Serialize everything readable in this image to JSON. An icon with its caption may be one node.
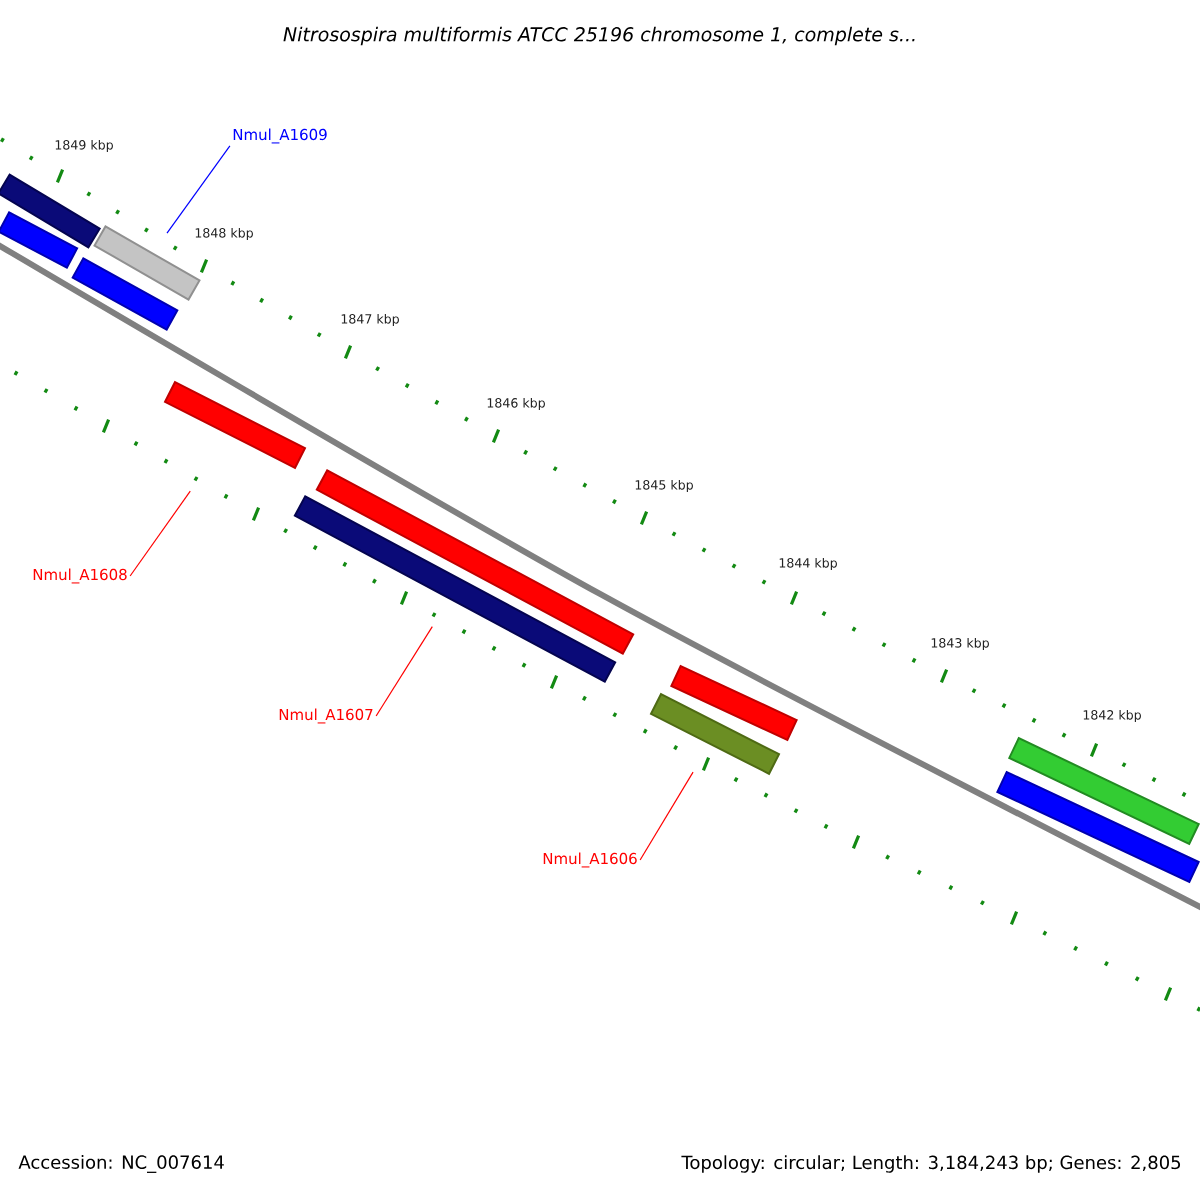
{
  "diagram": {
    "title": "Nitrosospira multiformis ATCC 25196 chromosome 1, complete s...",
    "nodes": [
      {
        "text": [],
        "shape": "bar"
      },
      {
        "text": [
          "Nmul_A1609"
        ]
      },
      {
        "text": [],
        "shape": "bar"
      },
      {
        "text": [],
        "shape": "bar"
      },
      {
        "text": [],
        "shape": "bar"
      },
      {
        "text": [],
        "shape": "bar"
      },
      {
        "text": [],
        "shape": "bar"
      },
      {
        "text": [],
        "shape": "bar"
      },
      {
        "text": [
          "Nmul_A1608"
        ]
      },
      {
        "text": [
          "Nmul_A1607"
        ]
      },
      {
        "text": [],
        "shape": "bar"
      },
      {
        "text": [],
        "shape": "bar"
      },
      {
        "text": [
          "Nmul_A1606"
        ]
      },
      {
        "text": [],
        "shape": "bar"
      },
      {
        "text": [],
        "shape": "bar"
      }
    ],
    "edges": [
      {
        "from": 1,
        "to": 3,
        "arrow": "none",
        "color": "#0000ff"
      },
      {
        "from": 8,
        "to": 5,
        "arrow": "none"
      },
      {
        "from": 9,
        "to": 7,
        "arrow": "none"
      },
      {
        "from": 12,
        "to": 11,
        "arrow": "none"
      }
    ],
    "labels": [
      "1849 kbp",
      "1848 kbp",
      "1847 kbp",
      "1846 kbp",
      "1845 kbp",
      "1844 kbp",
      "1843 kbp",
      "1842 kbp",
      "Accession: NC_007614",
      "Topology: circular; Length: 3,184,243 bp; Genes: 2,805"
    ]
  }
}
